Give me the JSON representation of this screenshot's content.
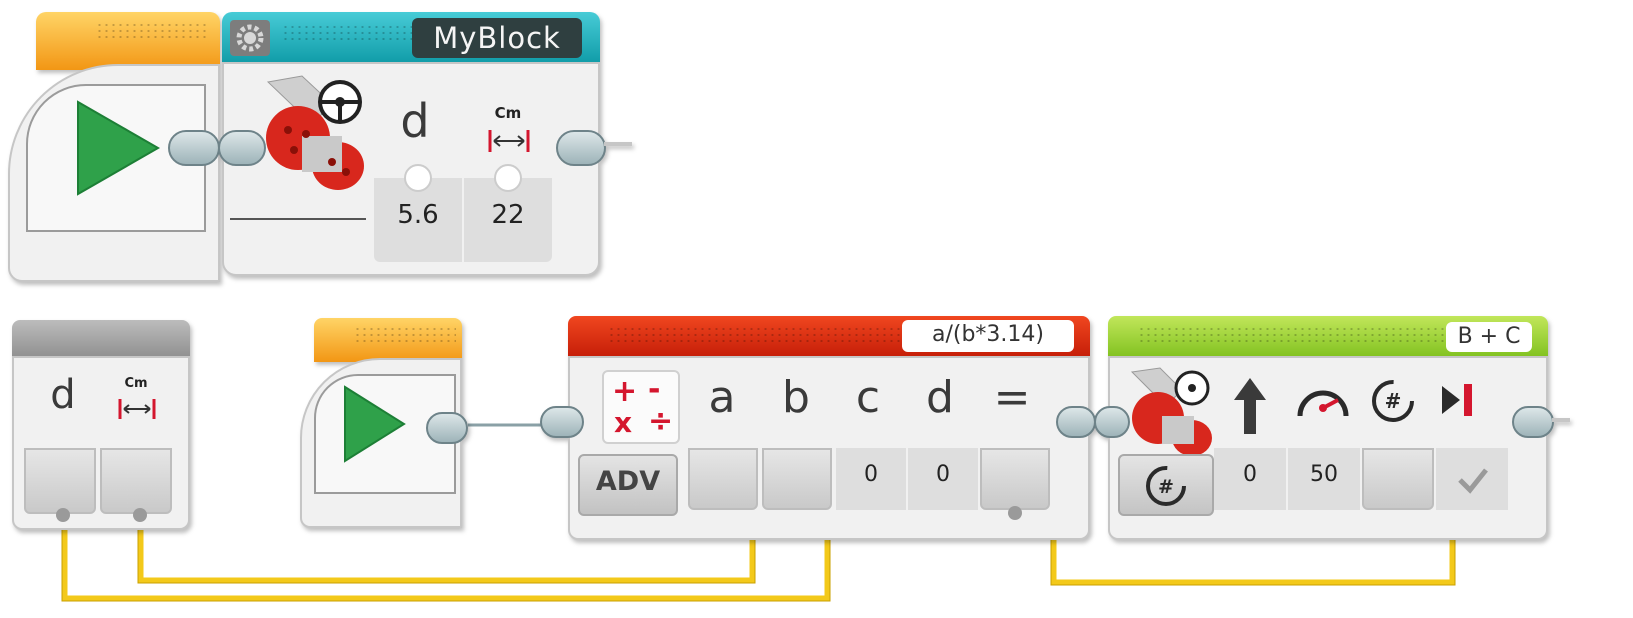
{
  "my_block": {
    "title": "MyBlock",
    "param_name": "d",
    "unit": "Cm",
    "values": [
      "5.6",
      "22"
    ]
  },
  "param_block": {
    "param_name": "d",
    "unit": "Cm"
  },
  "math_block": {
    "equation": "a/(b*3.14)",
    "mode_label": "ADV",
    "inputs": [
      "a",
      "b",
      "c",
      "d"
    ],
    "equals": "=",
    "values": [
      "0",
      "0"
    ]
  },
  "move_block": {
    "ports": "B + C",
    "values": [
      "0",
      "50"
    ]
  },
  "icons": {
    "start": "start-play-icon",
    "settings": "gear-icon",
    "motor": "large-motor-steering-icon",
    "math": "math-operations-icon",
    "direction": "up-arrow-icon",
    "speed": "speedometer-icon",
    "rotations": "rotations-icon",
    "brake": "brake-stop-icon"
  },
  "colors": {
    "start_bar": "#f9a41a",
    "myblock_bar": "#16a7b3",
    "math_bar": "#d62a10",
    "move_bar": "#8cc828",
    "wire": "#f3c91a"
  }
}
